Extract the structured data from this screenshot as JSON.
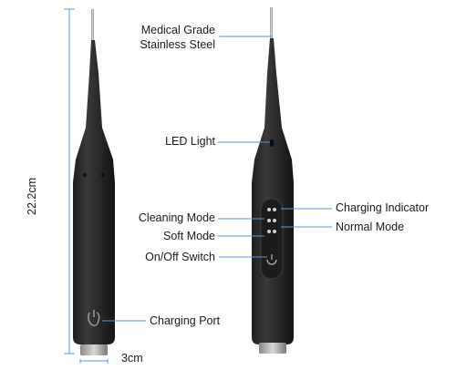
{
  "labels": {
    "medical_grade_line1": "Medical Grade",
    "medical_grade_line2": "Stainless Steel",
    "led_light": "LED Light",
    "charging_indicator": "Charging Indicator",
    "normal_mode": "Normal Mode",
    "cleaning_mode": "Cleaning Mode",
    "soft_mode": "Soft Mode",
    "on_off_switch": "On/Off Switch",
    "charging_port": "Charging Port",
    "length": "22.2cm",
    "width": "3cm"
  },
  "colors": {
    "device_body": "#2b2b2b",
    "leader_line": "#5a9bd5",
    "tip": "#bfbfbf"
  }
}
